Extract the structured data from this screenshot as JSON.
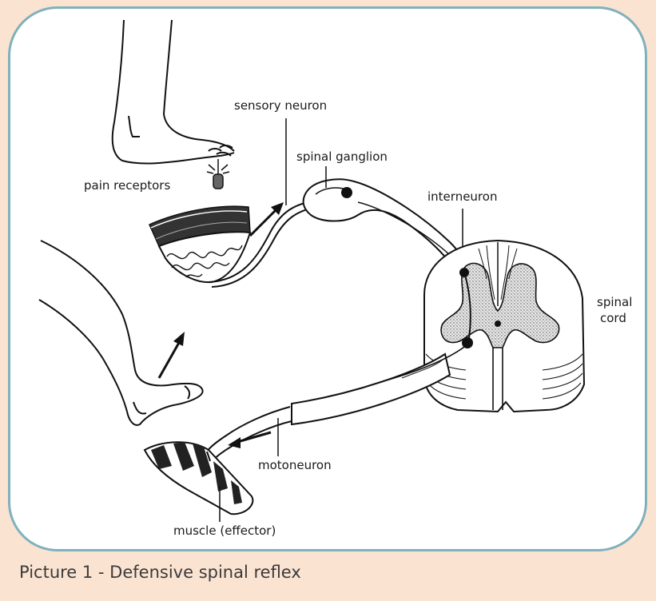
{
  "labels": {
    "sensory_neuron": "sensory neuron",
    "spinal_ganglion": "spinal ganglion",
    "pain_receptors": "pain receptors",
    "interneuron": "interneuron",
    "spinal_cord_line1": "spinal",
    "spinal_cord_line2": "cord",
    "motoneuron": "motoneuron",
    "muscle": "muscle (effector)"
  },
  "caption": "Picture 1 - Defensive spinal reflex",
  "colors": {
    "background": "#fbe3d2",
    "panel_border": "#7fb1bc",
    "ink": "#1a1a1a"
  }
}
